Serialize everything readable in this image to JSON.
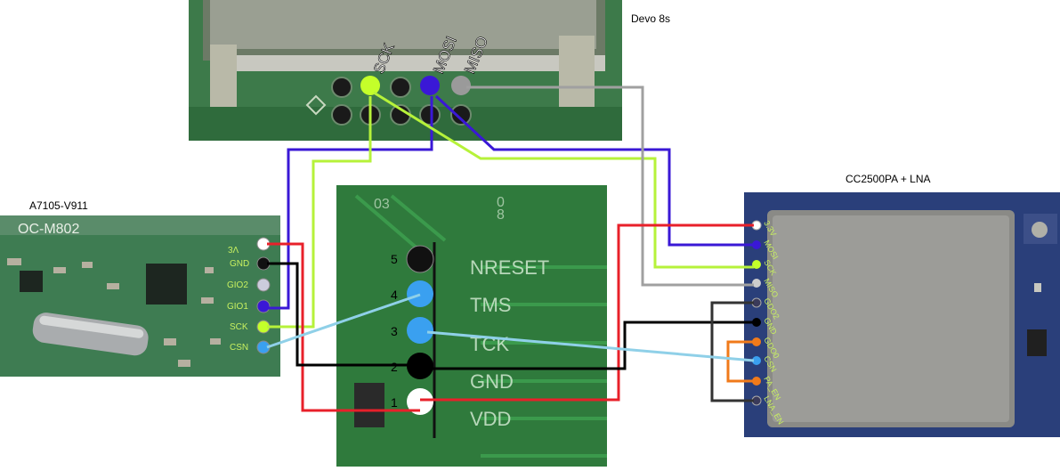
{
  "titles": {
    "devo": "Devo 8s",
    "a7105": "A7105-V911",
    "cc2500": "CC2500PA + LNA"
  },
  "devo_pins": [
    "SCK",
    "MOSI",
    "MISO"
  ],
  "a7105_pins": [
    "3V",
    "GND",
    "GIO2",
    "GIO1",
    "SCK",
    "CSN"
  ],
  "cc2500_pins": [
    "3.3V",
    "MOSI",
    "SCK",
    "MISO",
    "GDO2",
    "GND",
    "GDO0",
    "CSN",
    "PA_EN",
    "LNA_EN"
  ],
  "header_numbers": [
    "5",
    "4",
    "3",
    "2",
    "1"
  ],
  "board_silk": [
    "NRESET",
    "TMS",
    "TCK",
    "GND",
    "VDD"
  ],
  "board_corner": [
    "03",
    "0",
    "8"
  ],
  "a7105_silk": "OC-M802",
  "colors": {
    "red": "#e8202a",
    "black": "#000000",
    "blue": "#3a18d6",
    "lime": "#b6f23a",
    "grey": "#a0a0a0",
    "lightblue": "#8fd0e8",
    "orange": "#f07a1a",
    "pcb_green": "#2e6b3a",
    "pcb_dark": "#1f4d2a"
  }
}
